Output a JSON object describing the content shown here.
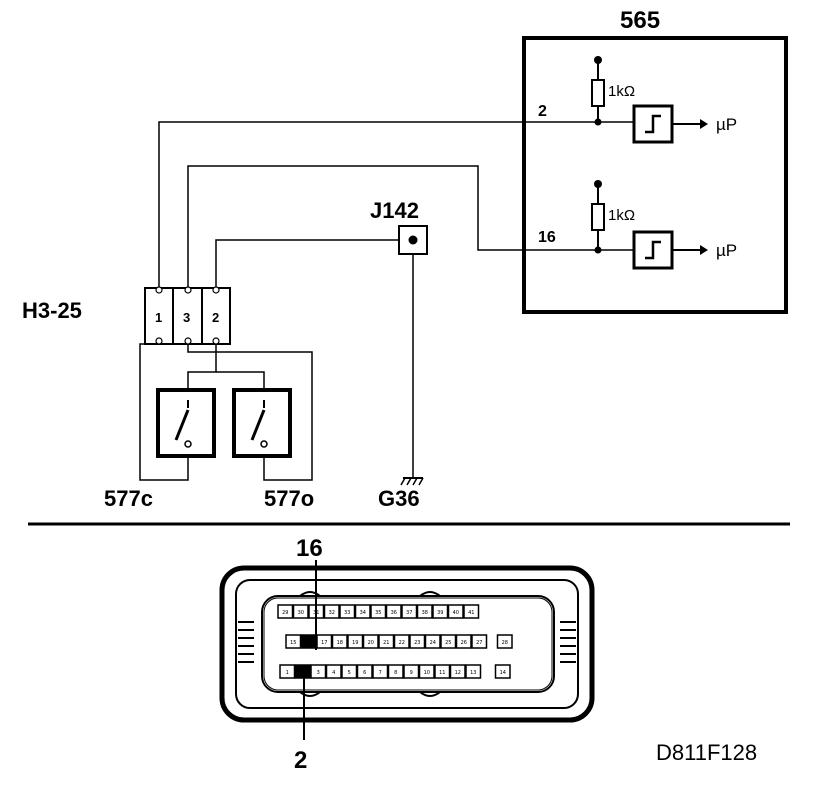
{
  "ecu": {
    "id": "565",
    "resistor_label": "1kΩ",
    "output_label": "µP",
    "pin_top": "2",
    "pin_bottom": "16"
  },
  "junction": {
    "id": "J142"
  },
  "connector": {
    "id": "H3-25",
    "pins": [
      "1",
      "3",
      "2"
    ]
  },
  "switches": {
    "closed": "577c",
    "open": "577o"
  },
  "ground": {
    "id": "G36"
  },
  "bottom_connector": {
    "callout_top": "16",
    "callout_bottom": "2",
    "row1": [
      "29",
      "30",
      "31",
      "32",
      "33",
      "34",
      "35",
      "36",
      "37",
      "38",
      "39",
      "40",
      "41"
    ],
    "row2": [
      "15",
      "16",
      "17",
      "18",
      "19",
      "20",
      "21",
      "22",
      "23",
      "24",
      "25",
      "26",
      "27",
      "28"
    ],
    "row3": [
      "1",
      "2",
      "3",
      "4",
      "5",
      "6",
      "7",
      "8",
      "9",
      "10",
      "11",
      "12",
      "13",
      "14"
    ]
  },
  "figure_code": "D811F128"
}
